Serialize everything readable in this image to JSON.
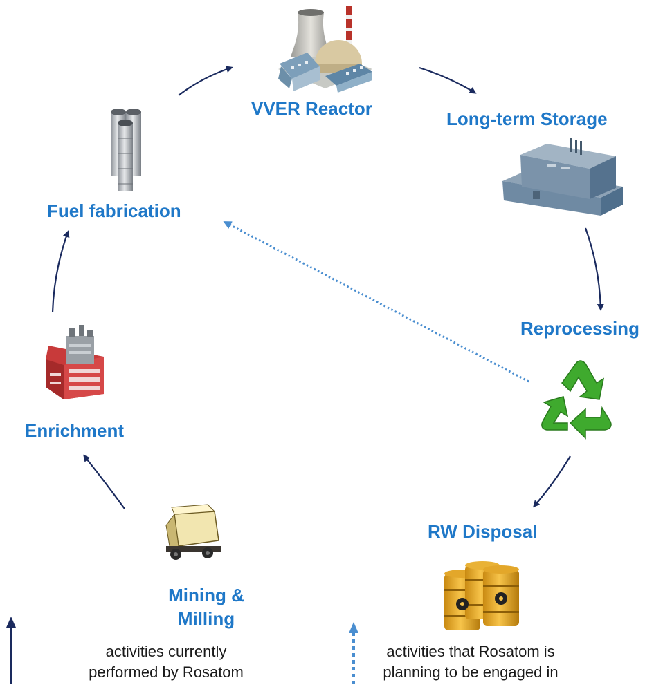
{
  "stages": {
    "reactor": "VVER Reactor",
    "storage": "Long-term Storage",
    "reprocessing": "Reprocessing",
    "disposal": "RW Disposal",
    "mining_line1": "Mining &",
    "mining_line2": "Milling",
    "enrichment": "Enrichment",
    "fabrication": "Fuel fabrication"
  },
  "legend": {
    "solid_line1": "activities currently",
    "solid_line2": "performed by Rosatom",
    "dotted_line1": "activities that Rosatom is",
    "dotted_line2": "planning to be engaged in"
  },
  "colors": {
    "label": "#1f78c8",
    "solid_arrow": "#1a2a5e",
    "dotted_arrow": "#4a8ed0",
    "recycle_green": "#3faa2e"
  },
  "icons": [
    "nuclear-plant-icon",
    "storage-building-icon",
    "recycle-icon",
    "radioactive-barrels-icon",
    "mine-cart-icon",
    "enrichment-factory-icon",
    "fuel-rods-icon"
  ]
}
